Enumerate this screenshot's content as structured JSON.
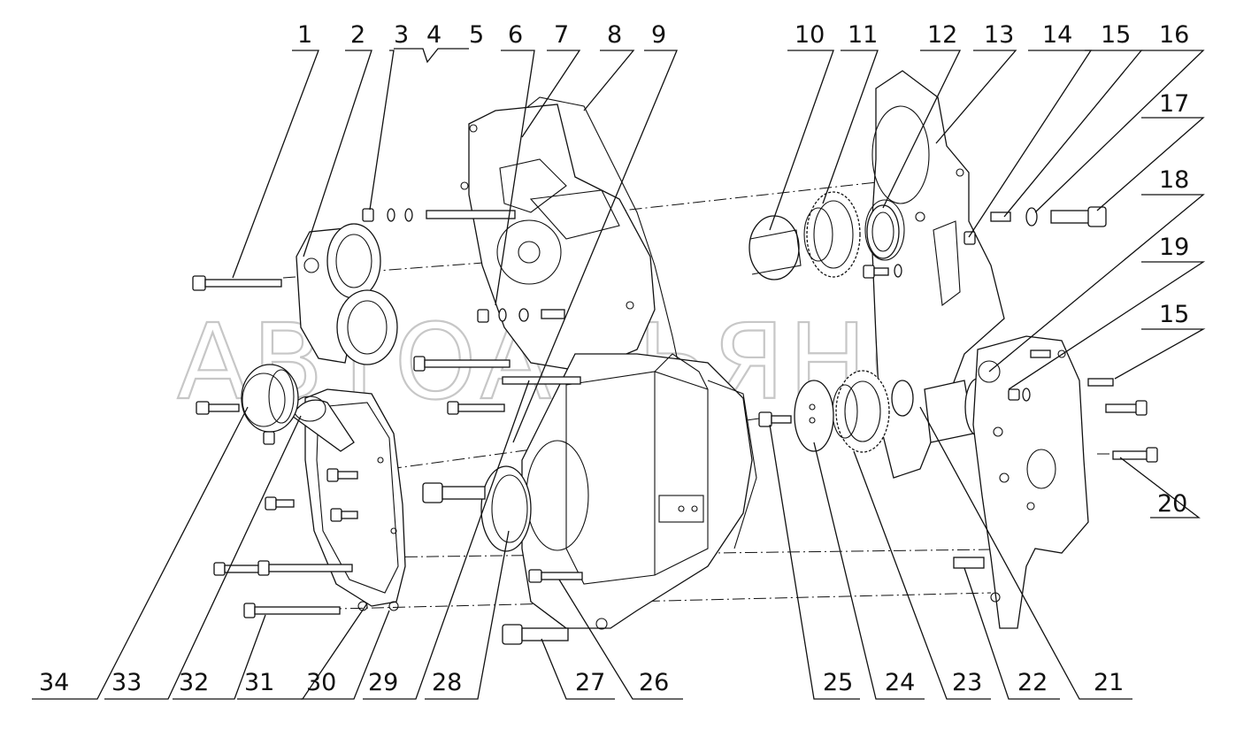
{
  "watermark": "АВТОАЛЬЯНС",
  "callouts": [
    "1",
    "2",
    "3",
    "4",
    "5",
    "6",
    "7",
    "8",
    "9",
    "10",
    "11",
    "12",
    "13",
    "14",
    "15",
    "16",
    "17",
    "18",
    "19",
    "15",
    "20",
    "21",
    "22",
    "23",
    "24",
    "25",
    "26",
    "27",
    "28",
    "29",
    "30",
    "31",
    "32",
    "33",
    "34"
  ]
}
